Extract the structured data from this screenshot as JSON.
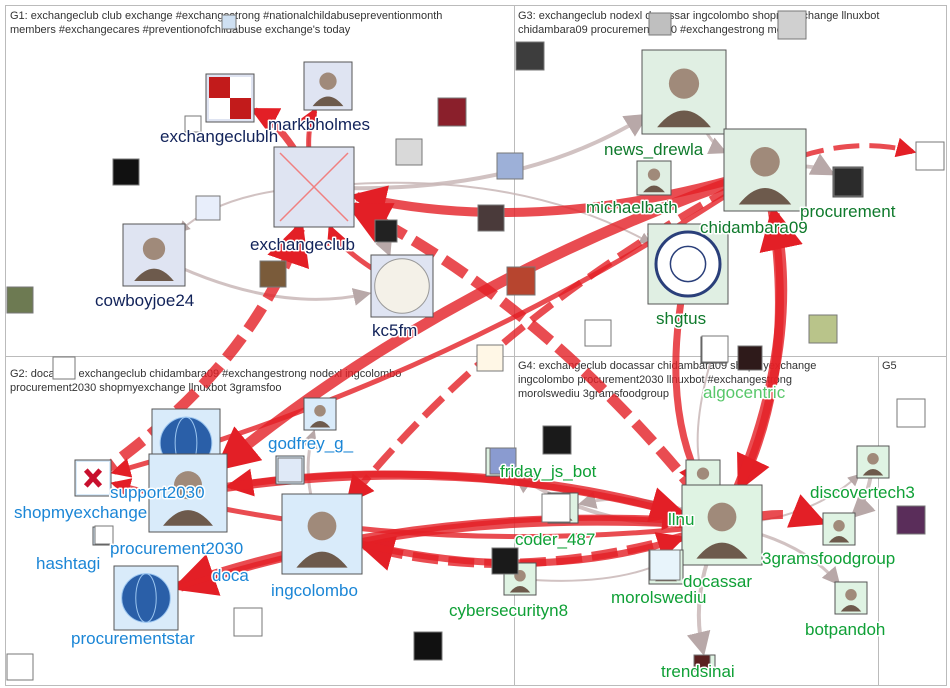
{
  "colors": {
    "g1": "#12235a",
    "g2": "#1b86d6",
    "g3": "#0f7a2c",
    "g4": "#0fa036",
    "algocentric": "#58c76a",
    "edge_strong": "#e31f26",
    "edge_light": "#c9b7b7",
    "panel_border": "#bbbbbb"
  },
  "panels": [
    {
      "id": "G1",
      "line1": "G1: exchangeclub club exchange #exchangestrong #nationalchildabusepreventionmonth",
      "line2": "members #exchangecares #preventionofchildabuse exchange's today"
    },
    {
      "id": "G2",
      "line1": "G2: docassar exchangeclub chidambara09 #exchangestrong nodexl ingcolombo",
      "line2": "procurement2030 shopmyexchange llnuxbot 3gramsfoo"
    },
    {
      "id": "G3",
      "line1": "G3: exchangeclub nodexl docassar ingcolombo shopmyexchange llnuxbot",
      "line2": "chidambara09 procurement2030 #exchangestrong mourn"
    },
    {
      "id": "G4",
      "line1": "G4: exchangeclub docassar chidambara09 shopmyexchange",
      "line2": "ingcolombo procurement2030 llnuxbot #exchangestrong",
      "line3": "morolswediu 3gramsfoodgroup"
    },
    {
      "id": "G5",
      "line1": "G5"
    }
  ],
  "nodes": [
    {
      "id": "exchangeclublh",
      "label": "exchangeclublh",
      "group": "g1",
      "icon": "fclh-logo-icon"
    },
    {
      "id": "markbholmes",
      "label": "markbholmes",
      "group": "g1",
      "icon": "dog-avatar-icon"
    },
    {
      "id": "exchangeclub",
      "label": "exchangeclub",
      "group": "g1",
      "icon": "broken-image-icon"
    },
    {
      "id": "cowboyjoe24",
      "label": "cowboyjoe24",
      "group": "g1",
      "icon": "person-avatar-icon"
    },
    {
      "id": "kc5fm",
      "label": "kc5fm",
      "group": "g1",
      "icon": "ham-radio-badge-icon"
    },
    {
      "id": "godfrey_g_",
      "label": "godfrey_g_",
      "group": "g2",
      "icon": "person-avatar-icon"
    },
    {
      "id": "shopmyexchange",
      "label": "shopmyexchange",
      "group": "g2",
      "icon": "exchange-logo-icon"
    },
    {
      "id": "support2030",
      "label": "support2030",
      "group": "g2",
      "icon": "globe-icon"
    },
    {
      "id": "procurement2030",
      "label": "procurement2030",
      "group": "g2",
      "icon": "digital-face-icon"
    },
    {
      "id": "hashtagit",
      "label": "hashtagi",
      "group": "g2",
      "icon": "logo-icon"
    },
    {
      "id": "doca",
      "label": "doca",
      "group": "g2",
      "icon": "avatar-icon"
    },
    {
      "id": "ingcolombo",
      "label": "ingcolombo",
      "group": "g2",
      "icon": "person-avatar-icon"
    },
    {
      "id": "procurementstar",
      "label": "procurementstar",
      "group": "g2",
      "icon": "earth-icon"
    },
    {
      "id": "news_drewla",
      "label": "news_drewla",
      "group": "g3",
      "icon": "person-avatar-icon"
    },
    {
      "id": "michaelbath",
      "label": "michaelbath",
      "group": "g3",
      "icon": "person-avatar-icon"
    },
    {
      "id": "chidambara09",
      "label": "chidambara09",
      "group": "g3",
      "icon": "elephant-avatar-icon"
    },
    {
      "id": "procurement",
      "label": "procurement",
      "group": "g3",
      "icon": "avatar-icon"
    },
    {
      "id": "shgtus",
      "label": "shgtus",
      "group": "g3",
      "icon": "seal-icon"
    },
    {
      "id": "algocentric",
      "label": "algocentric",
      "group": "algocentric",
      "icon": "broken-image-icon"
    },
    {
      "id": "friday_js_bot",
      "label": "friday_js_bot",
      "group": "g4",
      "icon": "bot-avatar-icon"
    },
    {
      "id": "coder_487",
      "label": "coder_487",
      "group": "g4",
      "icon": "robot-icon"
    },
    {
      "id": "llnuxbot",
      "label": "llnu",
      "group": "g4",
      "icon": "linux-penguin-icon"
    },
    {
      "id": "docassar",
      "label": "docassar",
      "group": "g4",
      "icon": "person-avatar-icon"
    },
    {
      "id": "3gramsfoodgroup",
      "label": "3gramsfoodgroup",
      "group": "g4",
      "icon": "3grams-logo-icon"
    },
    {
      "id": "morolswediu",
      "label": "morolswediu",
      "group": "g4",
      "icon": "robot-icon"
    },
    {
      "id": "cybersecurityn8",
      "label": "cybersecurityn8",
      "group": "g4",
      "icon": "security-badge-icon"
    },
    {
      "id": "trendsinai",
      "label": "trendsinai",
      "group": "g4",
      "icon": "avatar-icon"
    },
    {
      "id": "discovertech3",
      "label": "discovertech3",
      "group": "g4",
      "icon": "bot-avatar-icon"
    },
    {
      "id": "botpandoh",
      "label": "botpandoh",
      "group": "g4",
      "icon": "cartoon-avatar-icon"
    }
  ],
  "edges": [
    {
      "from": "exchangeclub",
      "to": "markbholmes",
      "weight": "strong"
    },
    {
      "from": "exchangeclub",
      "to": "exchangeclublh",
      "weight": "strong"
    },
    {
      "from": "chidambara09",
      "to": "exchangeclub",
      "weight": "strong"
    },
    {
      "from": "docassar",
      "to": "exchangeclub",
      "weight": "strong"
    },
    {
      "from": "docassar",
      "to": "shopmyexchange",
      "weight": "strong"
    },
    {
      "from": "docassar",
      "to": "procurement2030",
      "weight": "strong"
    },
    {
      "from": "docassar",
      "to": "ingcolombo",
      "weight": "strong"
    },
    {
      "from": "docassar",
      "to": "procurementstar",
      "weight": "strong"
    },
    {
      "from": "chidambara09",
      "to": "shopmyexchange",
      "weight": "strong"
    },
    {
      "from": "chidambara09",
      "to": "ingcolombo",
      "weight": "strong"
    },
    {
      "from": "chidambara09",
      "to": "docassar",
      "weight": "strong"
    },
    {
      "from": "chidambara09",
      "to": "procurement2030",
      "weight": "strong"
    },
    {
      "from": "chidambara09",
      "to": "nodexl",
      "weight": "strong"
    },
    {
      "from": "ingcolombo",
      "to": "docassar",
      "weight": "strong"
    },
    {
      "from": "procurement2030",
      "to": "docassar",
      "weight": "strong"
    },
    {
      "from": "shopmyexchange",
      "to": "exchangeclub",
      "weight": "strong"
    },
    {
      "from": "kc5fm",
      "to": "exchangeclub",
      "weight": "strong"
    },
    {
      "from": "shgtus",
      "to": "docassar",
      "weight": "strong"
    },
    {
      "from": "docassar",
      "to": "3gramsfoodgroup",
      "weight": "strong"
    },
    {
      "from": "docassar",
      "to": "chidambara09",
      "weight": "strong"
    },
    {
      "from": "procurementstar",
      "to": "docassar",
      "weight": "strong"
    },
    {
      "from": "exchangeclub",
      "to": "cowboyjoe24",
      "weight": "light"
    },
    {
      "from": "exchangeclub",
      "to": "kc5fm",
      "weight": "light"
    },
    {
      "from": "exchangeclub",
      "to": "news_drewla",
      "weight": "light"
    },
    {
      "from": "exchangeclub",
      "to": "shgtus",
      "weight": "light"
    },
    {
      "from": "news_drewla",
      "to": "chidambara09",
      "weight": "light"
    },
    {
      "from": "chidambara09",
      "to": "procurement",
      "weight": "light"
    },
    {
      "from": "docassar",
      "to": "discovertech3",
      "weight": "light"
    },
    {
      "from": "docassar",
      "to": "botpandoh",
      "weight": "light"
    },
    {
      "from": "docassar",
      "to": "trendsinai",
      "weight": "light"
    },
    {
      "from": "docassar",
      "to": "morolswediu",
      "weight": "light"
    },
    {
      "from": "docassar",
      "to": "coder_487",
      "weight": "light"
    },
    {
      "from": "docassar",
      "to": "friday_js_bot",
      "weight": "light"
    },
    {
      "from": "cybersecurityn8",
      "to": "docassar",
      "weight": "light"
    },
    {
      "from": "ingcolombo",
      "to": "godfrey_g_",
      "weight": "light"
    },
    {
      "from": "procurement2030",
      "to": "support2030",
      "weight": "light"
    },
    {
      "from": "exchangeclub",
      "to": "markbholmes",
      "weight": "light"
    },
    {
      "from": "cowboyjoe24",
      "to": "kc5fm",
      "weight": "light"
    },
    {
      "from": "discovertech3",
      "to": "3gramsfoodgroup",
      "weight": "light"
    },
    {
      "from": "algocentric",
      "to": "docassar",
      "weight": "light"
    }
  ]
}
